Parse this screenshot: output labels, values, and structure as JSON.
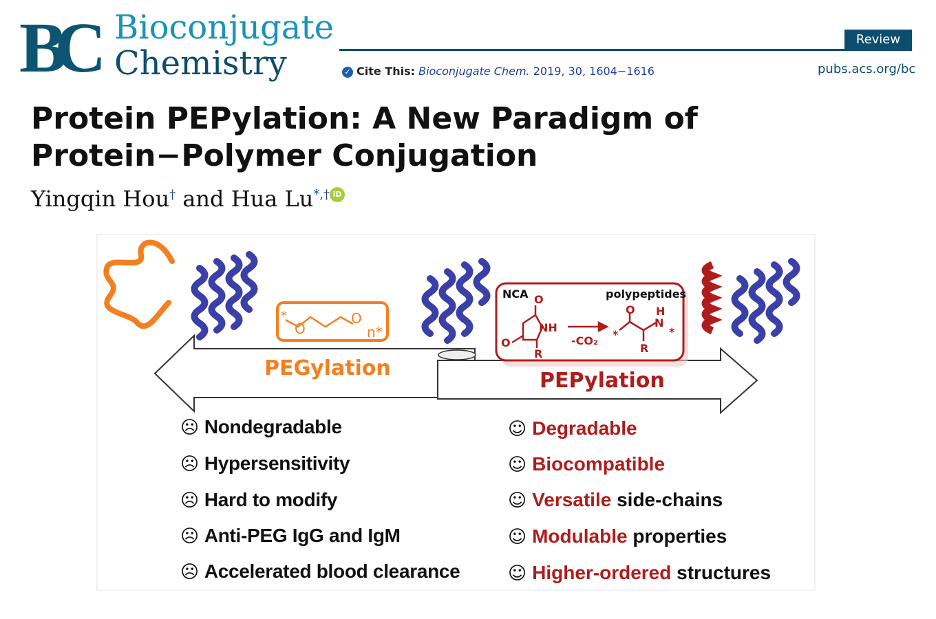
{
  "journal": {
    "logo_letters": "BC",
    "name_line1": "Bioconjugate",
    "name_line2": "Chemistry",
    "article_type": "Review",
    "url": "pubs.acs.org/bc"
  },
  "citation": {
    "label": "Cite This:",
    "journal": "Bioconjugate Chem.",
    "reference": "2019, 30, 1604−1616"
  },
  "article": {
    "title": "Protein PEPylation: A New Paradigm of Protein−Polymer Conjugation",
    "authors": [
      {
        "name": "Yingqin Hou",
        "marks": "†"
      },
      {
        "name": "Hua Lu",
        "marks": "*,†"
      }
    ],
    "and": "and",
    "orcid": "iD"
  },
  "figure": {
    "peg_label": "PEGylation",
    "pep_label": "PEPylation",
    "nca_label": "NCA",
    "polypeptides_label": "polypeptides",
    "co2_label": "-CO₂",
    "colors": {
      "peg": "#f57f20",
      "pep": "#b01c1c",
      "protein": "#3b3fa8"
    },
    "peg_items": [
      {
        "face": "☹",
        "text": "Nondegradable"
      },
      {
        "face": "☹",
        "text": "Hypersensitivity"
      },
      {
        "face": "☹",
        "text": "Hard to modify"
      },
      {
        "face": "☹",
        "text": "Anti-PEG IgG and IgM"
      },
      {
        "face": "☹",
        "text": "Accelerated blood clearance"
      }
    ],
    "pep_items": [
      {
        "face": "☺",
        "red": "Degradable",
        "rest": ""
      },
      {
        "face": "☺",
        "red": "Biocompatible",
        "rest": ""
      },
      {
        "face": "☺",
        "red": "Versatile",
        "rest": " side-chains"
      },
      {
        "face": "☺",
        "red": "Modulable",
        "rest": " properties"
      },
      {
        "face": "☺",
        "red": "Higher-ordered",
        "rest": " structures"
      }
    ]
  }
}
